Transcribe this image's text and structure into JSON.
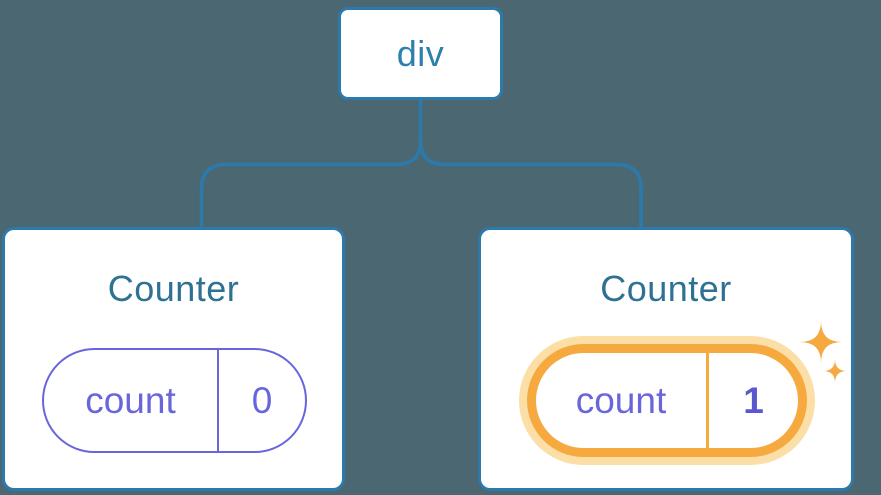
{
  "diagram": {
    "root": {
      "label": "div"
    },
    "cards": [
      {
        "title": "Counter",
        "state_key": "count",
        "state_value": "0",
        "highlighted": false
      },
      {
        "title": "Counter",
        "state_key": "count",
        "state_value": "1",
        "highlighted": true
      }
    ]
  },
  "icons": {
    "sparkle_large": "sparkle-icon",
    "sparkle_small": "sparkle-icon"
  },
  "colors": {
    "background": "#4B6772",
    "stroke_blue": "#2B7AAB",
    "node_text": "#2F7FAE",
    "title_text": "#2E7193",
    "purple": "#6966DB",
    "purple_bold": "#5B58CF",
    "orange": "#F6A93F",
    "orange_halo": "#FBDFA7",
    "card_bg": "#FFFFFF"
  }
}
